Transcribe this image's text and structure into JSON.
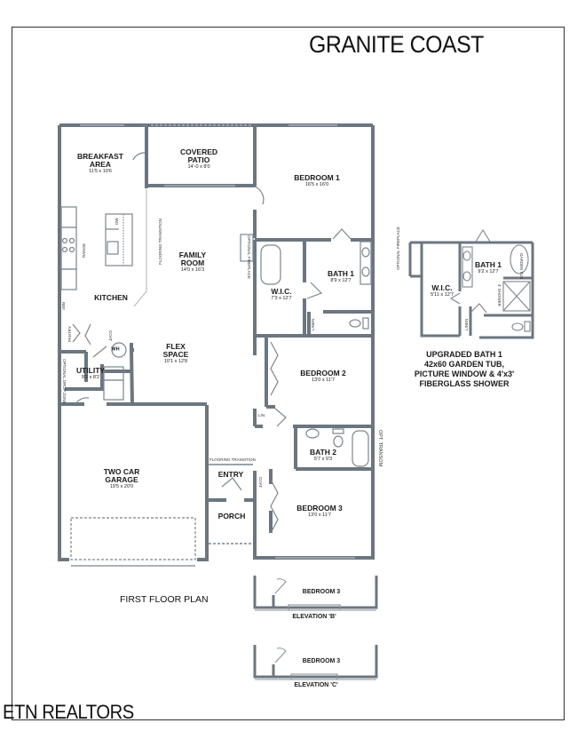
{
  "header": {
    "title": "GRANITE COAST"
  },
  "footer": {
    "brand": "ETN REALTORS"
  },
  "plan": {
    "floor_title": "FIRST FLOOR PLAN",
    "rooms": [
      {
        "name": "BREAKFAST AREA",
        "line1": "BREAKFAST",
        "line2": "AREA",
        "dim": "11'5 x 10'6"
      },
      {
        "name": "COVERED PATIO",
        "line1": "COVERED",
        "line2": "PATIO",
        "dim": "14'-0 x 8'0"
      },
      {
        "name": "BEDROOM 1",
        "line1": "BEDROOM 1",
        "dim": "16'5 x 16'0"
      },
      {
        "name": "FAMILY ROOM",
        "line1": "FAMILY",
        "line2": "ROOM",
        "dim": "14'0 x 16'3"
      },
      {
        "name": "KITCHEN",
        "line1": "KITCHEN"
      },
      {
        "name": "W.I.C.",
        "line1": "W.I.C.",
        "dim": "7'3 x 12'7"
      },
      {
        "name": "BATH 1",
        "line1": "BATH 1",
        "dim": "8'9 x 12'7"
      },
      {
        "name": "FLEX SPACE",
        "line1": "FLEX",
        "line2": "SPACE",
        "dim": "10'1 x 12'8"
      },
      {
        "name": "UTILITY",
        "line1": "UTILITY",
        "dim": "9'2 x 8'2"
      },
      {
        "name": "BEDROOM 2",
        "line1": "BEDROOM 2",
        "dim": "13'0 x 11'7"
      },
      {
        "name": "BATH 2",
        "line1": "BATH 2",
        "dim": "5'7 x 9'3"
      },
      {
        "name": "TWO CAR GARAGE",
        "line1": "TWO CAR",
        "line2": "GARAGE",
        "dim": "19'5 x 20'0"
      },
      {
        "name": "ENTRY",
        "line1": "ENTRY"
      },
      {
        "name": "PORCH",
        "line1": "PORCH"
      },
      {
        "name": "BEDROOM 3",
        "line1": "BEDROOM 3",
        "dim": "13'0 x 11'7"
      }
    ],
    "fixtures": {
      "pantry": "PANTRY",
      "coat": "COAT",
      "wh": "WH",
      "ref": "REF.",
      "dw": "DW",
      "range": "RANGE",
      "linen": "LINEN",
      "lin": "LIN.",
      "optional_fireplace": "OPTIONAL FIREPLACE",
      "flooring_transition": "FLOORING TRANSITION",
      "optional_drop_zone": "OPTIONAL DROP ZONE",
      "opt_transom": "OPT. TRANSOM",
      "coat2": "COAT"
    }
  },
  "upgrade": {
    "wic": {
      "line1": "W.I.C.",
      "dim": "5'11 x 12'7"
    },
    "bath": {
      "line1": "BATH 1",
      "dim": "9'2 x 12'7"
    },
    "tub": "GARDEN TUB",
    "shower": "4' SHOWER",
    "linen": "LINEN",
    "fireplace": "OPTIONAL FIREPLACE",
    "caption": [
      "UPGRADED BATH 1",
      "42x60 GARDEN TUB,",
      "PICTURE WINDOW & 4'x3'",
      "FIBERGLASS SHOWER"
    ]
  },
  "elevations": [
    {
      "room": "BEDROOM 3",
      "label": "ELEVATION 'B'"
    },
    {
      "room": "BEDROOM 3",
      "label": "ELEVATION 'C'"
    }
  ],
  "colors": {
    "wall": "#6b7680",
    "wall_dark": "#5a646d",
    "frame": "#2b3136",
    "text": "#1a1a1a"
  }
}
